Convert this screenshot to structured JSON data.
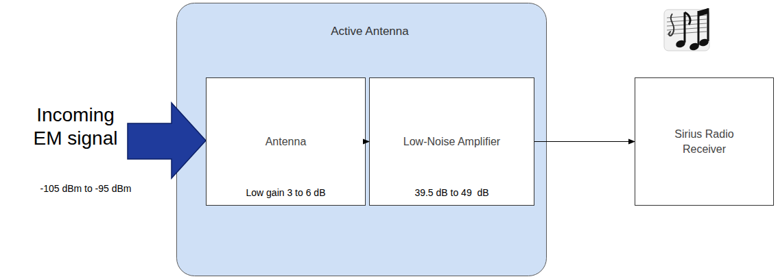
{
  "diagram": {
    "nodes": [
      {
        "text": [
          "Active Antenna"
        ]
      },
      {
        "text": [
          "Antenna",
          "Low gain 3 to 6 dB"
        ],
        "in": 0
      },
      {
        "text": [
          "Low-Noise Amplifier",
          "39.5 dB to 49  dB"
        ],
        "in": 0
      },
      {
        "text": [
          "Sirius Radio Receiver"
        ]
      }
    ],
    "edges": [
      {
        "from": 1,
        "to": 2,
        "arrow": "to"
      },
      {
        "from": 2,
        "to": 3,
        "arrow": "to"
      }
    ],
    "labels": [
      "Incoming EM signal",
      "-105 dBm to -95 dBm"
    ]
  }
}
